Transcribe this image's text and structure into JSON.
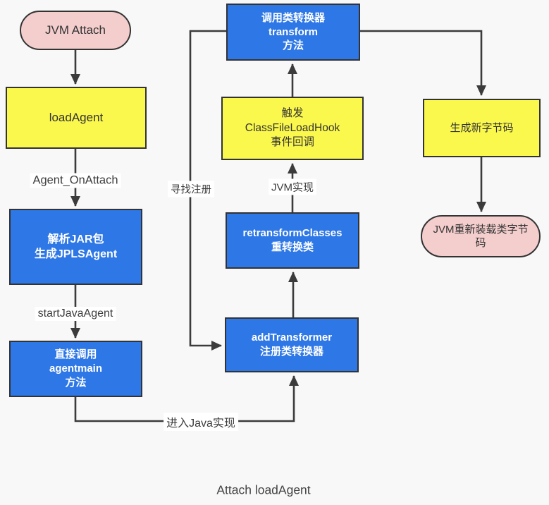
{
  "title": "Attach loadAgent",
  "nodes": {
    "jvm_attach": {
      "label": "JVM Attach"
    },
    "load_agent": {
      "label": "loadAgent"
    },
    "parse_jar": {
      "line1": "解析JAR包",
      "line2": "生成JPLSAgent"
    },
    "agentmain": {
      "line1": "直接调用",
      "line2": "agentmain",
      "line3": "方法"
    },
    "add_transformer": {
      "line1": "addTransformer",
      "line2": "注册类转换器"
    },
    "retransform_classes": {
      "line1": "retransformClasses",
      "line2": "重转换类"
    },
    "class_file_load_hook": {
      "line1": "触发",
      "line2": "ClassFileLoadHook",
      "line3": "事件回调"
    },
    "call_transform": {
      "line1": "调用类转换器",
      "line2": "transform",
      "line3": "方法"
    },
    "gen_new_bytecode": {
      "label": "生成新字节码"
    },
    "jvm_reload": {
      "label": "JVM重新装载类字节码"
    }
  },
  "edge_labels": {
    "agent_on_attach": "Agent_OnAttach",
    "start_java_agent": "startJavaAgent",
    "enter_java": "进入Java实现",
    "jvm_impl": "JVM实现",
    "find_registration": "寻找注册"
  },
  "colors": {
    "process_blue": "#2E77E6",
    "step_yellow": "#FBF84D",
    "terminal_pink": "#F4CDCD",
    "line_dark": "#3B3B3B",
    "background": "#F8F8F8"
  }
}
